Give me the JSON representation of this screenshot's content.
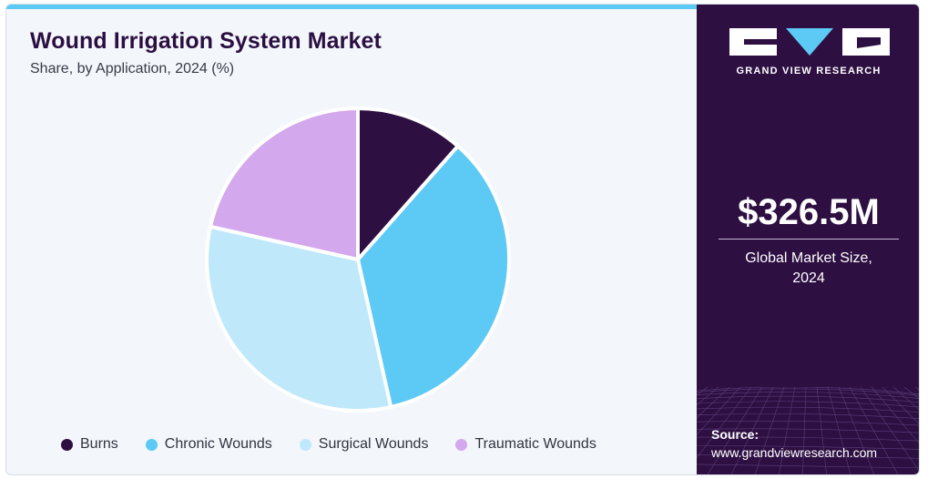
{
  "title": "Wound Irrigation System Market",
  "subtitle": "Share, by Application, 2024 (%)",
  "chart_data": {
    "type": "pie",
    "categories": [
      "Burns",
      "Chronic Wounds",
      "Surgical Wounds",
      "Traumatic Wounds"
    ],
    "values": [
      11.5,
      35.0,
      32.0,
      21.5
    ],
    "colors": [
      "#2e0f42",
      "#5ccaf5",
      "#bfe9fb",
      "#d4a8ec"
    ],
    "start_angle_deg": 0,
    "direction": "clockwise",
    "legend_position": "bottom"
  },
  "brand": {
    "name": "GRAND VIEW RESEARCH"
  },
  "market": {
    "value": "$326.5M",
    "label_line1": "Global Market Size,",
    "label_line2": "2024"
  },
  "source": {
    "label": "Source:",
    "url": "www.grandviewresearch.com"
  },
  "colors": {
    "panel_bg": "#2e0f42",
    "accent": "#5ccaf5",
    "title_color": "#2b0f42"
  }
}
